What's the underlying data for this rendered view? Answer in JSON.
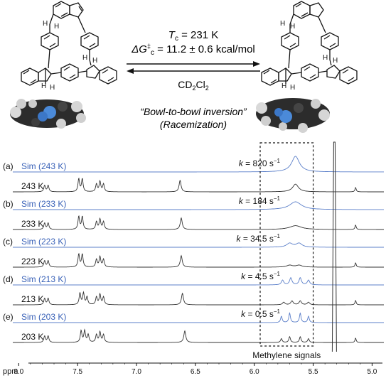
{
  "scheme": {
    "tc_text": "T",
    "tc_sub": "c",
    "tc_value": " = 231 K",
    "dg_prefix": "ΔG",
    "dg_sup": "‡",
    "dg_sub": "c",
    "dg_value": " = 11.2 ± 0.6 kcal/mol",
    "solvent_prefix": "CD",
    "solvent_sub1": "2",
    "solvent_mid": "Cl",
    "solvent_sub2": "2",
    "caption_line1": "“Bowl-to-bowl inversion”",
    "caption_line2": "(Racemization)",
    "hydrogen_label": "H"
  },
  "chart_data": {
    "type": "line",
    "xlabel": "ppm",
    "x_ticks": [
      "8.0",
      "7.5",
      "7.0",
      "6.5",
      "6.0",
      "5.5",
      "5.0"
    ],
    "x_tick_values": [
      8.0,
      7.5,
      7.0,
      6.5,
      6.0,
      5.5,
      5.0
    ],
    "xlim": [
      8.05,
      4.9
    ],
    "x_reversed": true,
    "panels": [
      {
        "label": "(a)",
        "sim_name": "Sim (243 K)",
        "exp_name": "243 K",
        "k_prefix": "k",
        "k_value": " = 820 s",
        "k_exp": "−1",
        "sim_peaks": [
          [
            5.65,
            1.0,
            0.04
          ]
        ],
        "exp_peaks": [
          [
            7.78,
            0.5,
            0.008
          ],
          [
            7.75,
            0.5,
            0.008
          ],
          [
            7.49,
            1.0,
            0.008
          ],
          [
            7.46,
            1.0,
            0.008
          ],
          [
            7.34,
            0.6,
            0.008
          ],
          [
            7.31,
            0.8,
            0.008
          ],
          [
            7.28,
            0.6,
            0.008
          ],
          [
            6.63,
            0.9,
            0.01
          ],
          [
            5.65,
            0.6,
            0.03
          ]
        ]
      },
      {
        "label": "(b)",
        "sim_name": "Sim (233 K)",
        "exp_name": "233 K",
        "k_prefix": "k",
        "k_value": " = 184 s",
        "k_exp": "−1",
        "sim_peaks": [
          [
            5.65,
            0.5,
            0.06
          ]
        ],
        "exp_peaks": [
          [
            7.78,
            0.5,
            0.008
          ],
          [
            7.75,
            0.5,
            0.008
          ],
          [
            7.49,
            1.0,
            0.008
          ],
          [
            7.46,
            1.0,
            0.008
          ],
          [
            7.34,
            0.6,
            0.008
          ],
          [
            7.31,
            0.8,
            0.008
          ],
          [
            7.28,
            0.6,
            0.008
          ],
          [
            6.62,
            0.9,
            0.01
          ],
          [
            5.65,
            0.3,
            0.06
          ]
        ]
      },
      {
        "label": "(c)",
        "sim_name": "Sim (223 K)",
        "exp_name": "223 K",
        "k_prefix": "k",
        "k_value": " = 34.5 s",
        "k_exp": "−1",
        "sim_peaks": [
          [
            5.7,
            0.25,
            0.03
          ],
          [
            5.62,
            0.25,
            0.03
          ]
        ],
        "exp_peaks": [
          [
            7.78,
            0.5,
            0.008
          ],
          [
            7.75,
            0.5,
            0.008
          ],
          [
            7.49,
            1.0,
            0.008
          ],
          [
            7.46,
            1.0,
            0.008
          ],
          [
            7.34,
            0.6,
            0.008
          ],
          [
            7.31,
            0.8,
            0.008
          ],
          [
            7.28,
            0.6,
            0.008
          ],
          [
            6.62,
            0.9,
            0.01
          ],
          [
            5.7,
            0.15,
            0.03
          ],
          [
            5.62,
            0.15,
            0.03
          ]
        ]
      },
      {
        "label": "(d)",
        "sim_name": "Sim (213 K)",
        "exp_name": "213 K",
        "k_prefix": "k",
        "k_value": " = 4.5 s",
        "k_exp": "−1",
        "sim_peaks": [
          [
            5.76,
            0.3,
            0.012
          ],
          [
            5.69,
            0.45,
            0.012
          ],
          [
            5.61,
            0.45,
            0.012
          ],
          [
            5.54,
            0.3,
            0.012
          ]
        ],
        "exp_peaks": [
          [
            7.78,
            0.5,
            0.008
          ],
          [
            7.75,
            0.5,
            0.008
          ],
          [
            7.48,
            0.9,
            0.008
          ],
          [
            7.45,
            0.9,
            0.008
          ],
          [
            7.42,
            0.6,
            0.008
          ],
          [
            7.34,
            0.6,
            0.008
          ],
          [
            7.31,
            0.8,
            0.008
          ],
          [
            7.28,
            0.6,
            0.008
          ],
          [
            6.61,
            0.9,
            0.01
          ],
          [
            5.75,
            0.2,
            0.012
          ],
          [
            5.68,
            0.3,
            0.012
          ],
          [
            5.61,
            0.3,
            0.012
          ],
          [
            5.54,
            0.2,
            0.012
          ]
        ]
      },
      {
        "label": "(e)",
        "sim_name": "Sim (203 K)",
        "exp_name": "203 K",
        "k_prefix": "k",
        "k_value": " = 0.5 s",
        "k_exp": "−1",
        "sim_peaks": [
          [
            5.77,
            0.4,
            0.008
          ],
          [
            5.7,
            0.6,
            0.008
          ],
          [
            5.61,
            0.6,
            0.008
          ],
          [
            5.54,
            0.4,
            0.008
          ]
        ],
        "exp_peaks": [
          [
            7.78,
            0.5,
            0.008
          ],
          [
            7.75,
            0.5,
            0.008
          ],
          [
            7.47,
            0.9,
            0.008
          ],
          [
            7.44,
            0.9,
            0.008
          ],
          [
            7.41,
            0.6,
            0.008
          ],
          [
            7.34,
            0.6,
            0.008
          ],
          [
            7.31,
            0.8,
            0.008
          ],
          [
            7.28,
            0.6,
            0.008
          ],
          [
            6.59,
            0.9,
            0.01
          ],
          [
            5.77,
            0.3,
            0.008
          ],
          [
            5.7,
            0.45,
            0.008
          ],
          [
            5.61,
            0.45,
            0.008
          ],
          [
            5.54,
            0.3,
            0.008
          ]
        ]
      }
    ],
    "solvent_peak_ppm": 5.32,
    "minor_peak_ppm": 5.14,
    "highlight_box": {
      "x_from": 5.95,
      "x_to": 5.5,
      "label": "Methylene signals"
    },
    "colors": {
      "simulated": "#5b7fc9",
      "experimental": "#333333",
      "text_sim": "#3a62b8"
    }
  }
}
